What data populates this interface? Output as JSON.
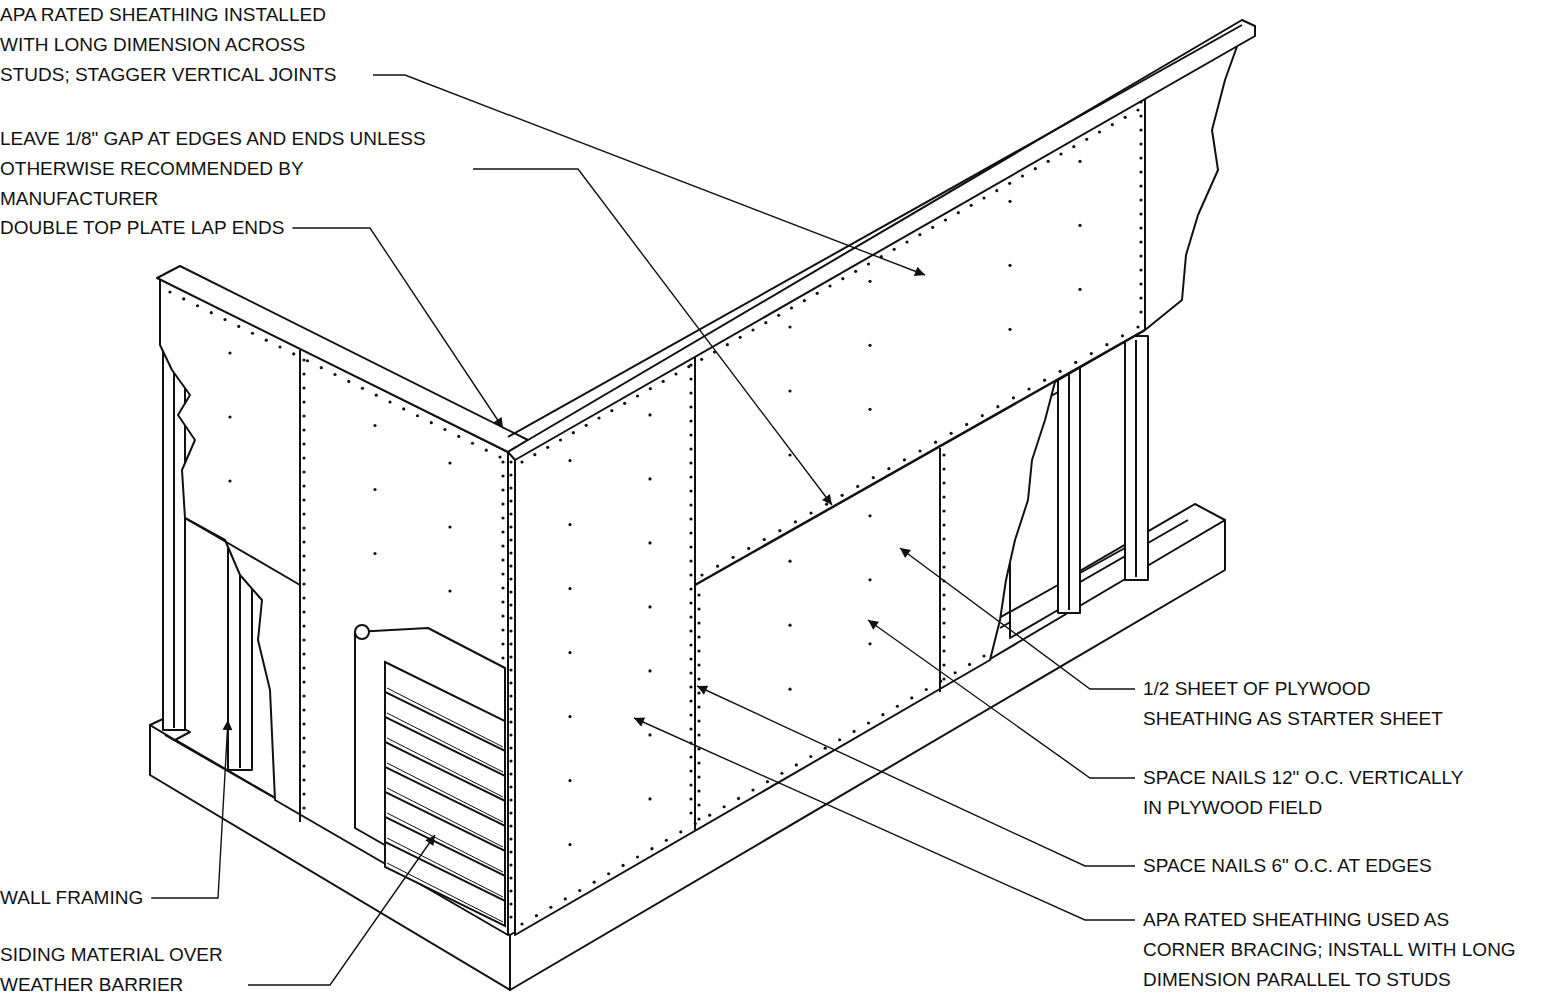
{
  "diagram": {
    "labels": [
      "APA RATED SHEATHING INSTALLED WITH LONG DIMENSION ACROSS STUDS; STAGGER VERTICAL JOINTS",
      "LEAVE 1/8\" GAP AT EDGES AND ENDS UNLESS OTHERWISE RECOMMENDED BY MANUFACTURER",
      "DOUBLE TOP PLATE LAP ENDS",
      "WALL FRAMING",
      "SIDING MATERIAL OVER WEATHER BARRIER",
      "1/2 SHEET OF PLYWOOD SHEATHING AS STARTER SHEET",
      "SPACE NAILS 12\" O.C. VERTICALLY IN PLYWOOD FIELD",
      "SPACE NAILS 6\" O.C. AT EDGES",
      "APA RATED SHEATHING USED AS CORNER BRACING; INSTALL WITH LONG DIMENSION PARALLEL TO STUDS"
    ]
  }
}
